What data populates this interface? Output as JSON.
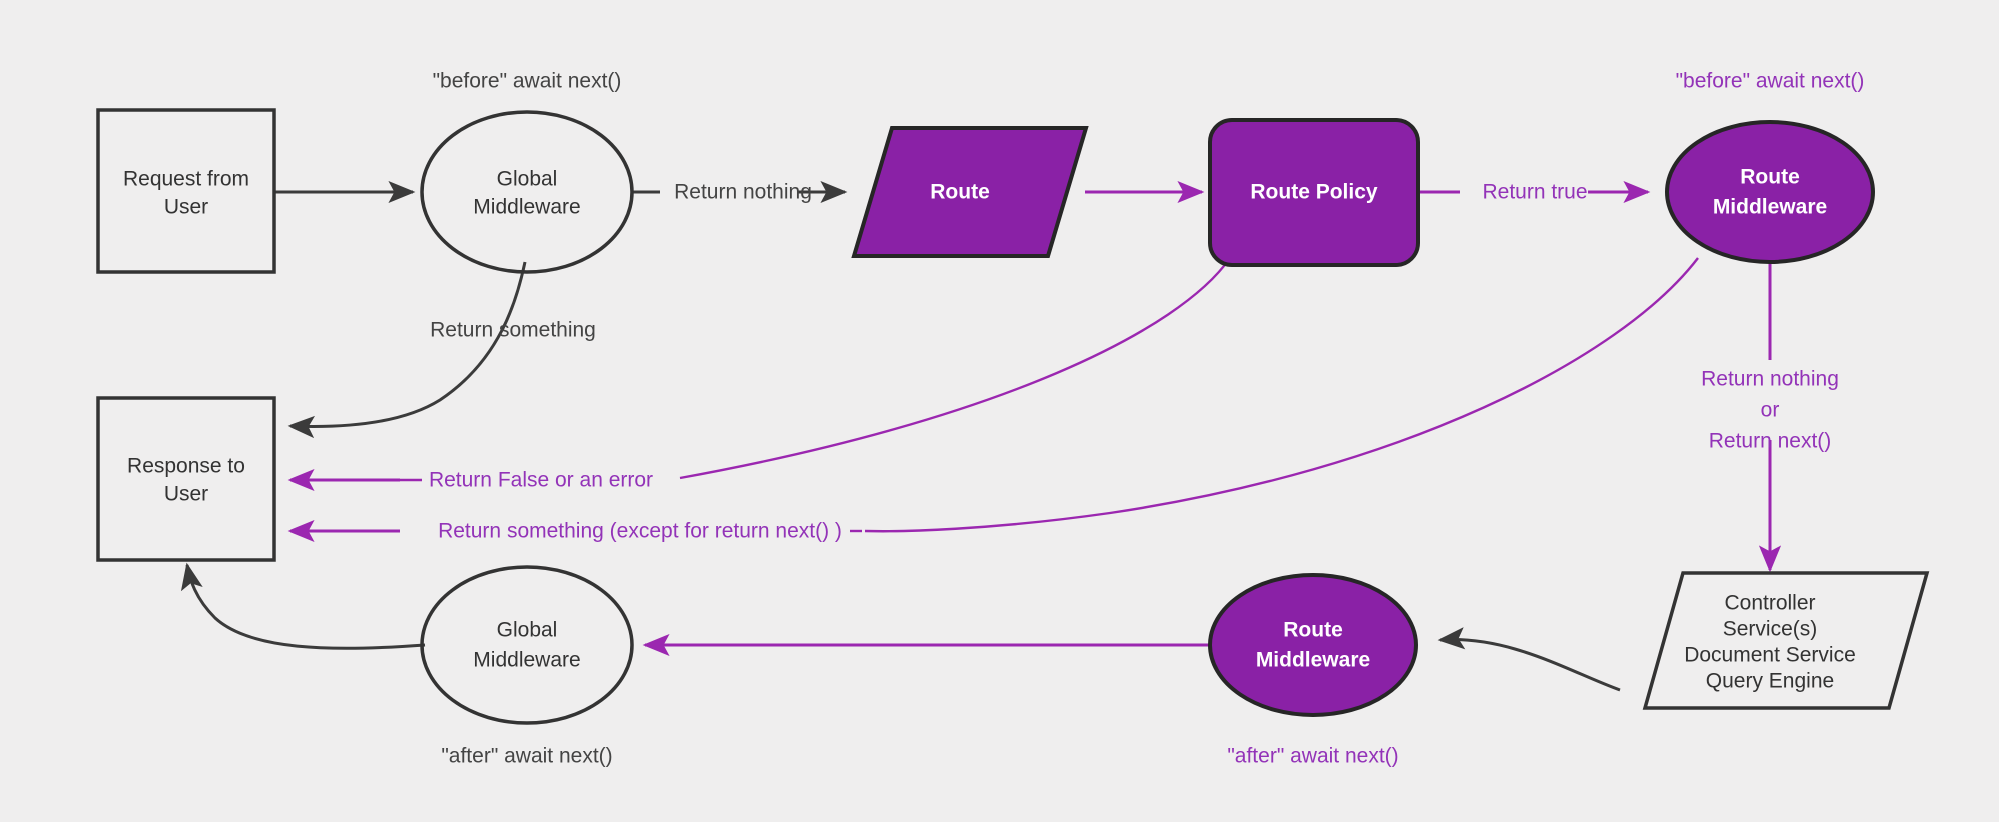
{
  "diagram": {
    "title": "Request lifecycle middleware flow",
    "background_color": "#efeeee",
    "colors": {
      "purple_fill": "#8a21a6",
      "purple_stroke": "#9b27b0",
      "purple_text": "#9333b8",
      "dark_stroke": "#333333",
      "dark_text": "#444444",
      "white_text": "#ffffff"
    },
    "nodes": {
      "request_from_user": {
        "line1": "Request from",
        "line2": "User",
        "shape": "rectangle",
        "style": "outline"
      },
      "global_middleware_top": {
        "line1": "Global",
        "line2": "Middleware",
        "shape": "ellipse",
        "style": "outline"
      },
      "route": {
        "line1": "Route",
        "shape": "parallelogram",
        "style": "purple-filled"
      },
      "route_policy": {
        "line1": "Route Policy",
        "shape": "rounded-rectangle",
        "style": "purple-filled"
      },
      "route_middleware_top": {
        "line1": "Route",
        "line2": "Middleware",
        "shape": "ellipse",
        "style": "purple-filled"
      },
      "controller_service": {
        "line1": "Controller",
        "line2": "Service(s)",
        "line3": "Document Service",
        "line4": "Query Engine",
        "shape": "parallelogram",
        "style": "outline"
      },
      "route_middleware_bottom": {
        "line1": "Route",
        "line2": "Middleware",
        "shape": "ellipse",
        "style": "purple-filled"
      },
      "global_middleware_bottom": {
        "line1": "Global",
        "line2": "Middleware",
        "shape": "ellipse",
        "style": "outline"
      },
      "response_to_user": {
        "line1": "Response to",
        "line2": "User",
        "shape": "rectangle",
        "style": "outline"
      }
    },
    "annotations": {
      "before_await_next_global": "\"before\" await next()",
      "before_await_next_route": "\"before\" await next()",
      "after_await_next_global": "\"after\" await next()",
      "after_await_next_route": "\"after\" await next()"
    },
    "edge_labels": {
      "return_nothing_global": "Return nothing",
      "return_something_global": "Return something",
      "return_true": "Return true",
      "return_false_or_error": "Return False or an error",
      "return_something_except": "Return something (except for return next() )",
      "return_nothing_route": "Return nothing",
      "or": "or",
      "return_next_route": "Return next()"
    }
  }
}
